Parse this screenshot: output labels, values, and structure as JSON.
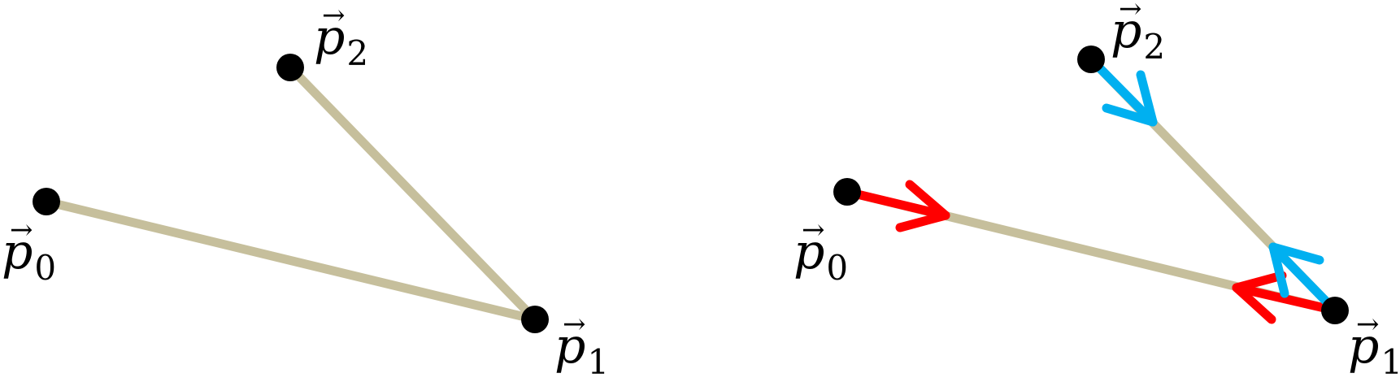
{
  "colors": {
    "segment": "#c6bf9c",
    "point": "#000000",
    "arrow_segment_01": "#ff0000",
    "arrow_segment_12": "#00b0f0"
  },
  "labels": {
    "vector_letter": "p",
    "vector_arrow": "→",
    "p0_index": "0",
    "p1_index": "1",
    "p2_index": "2"
  }
}
